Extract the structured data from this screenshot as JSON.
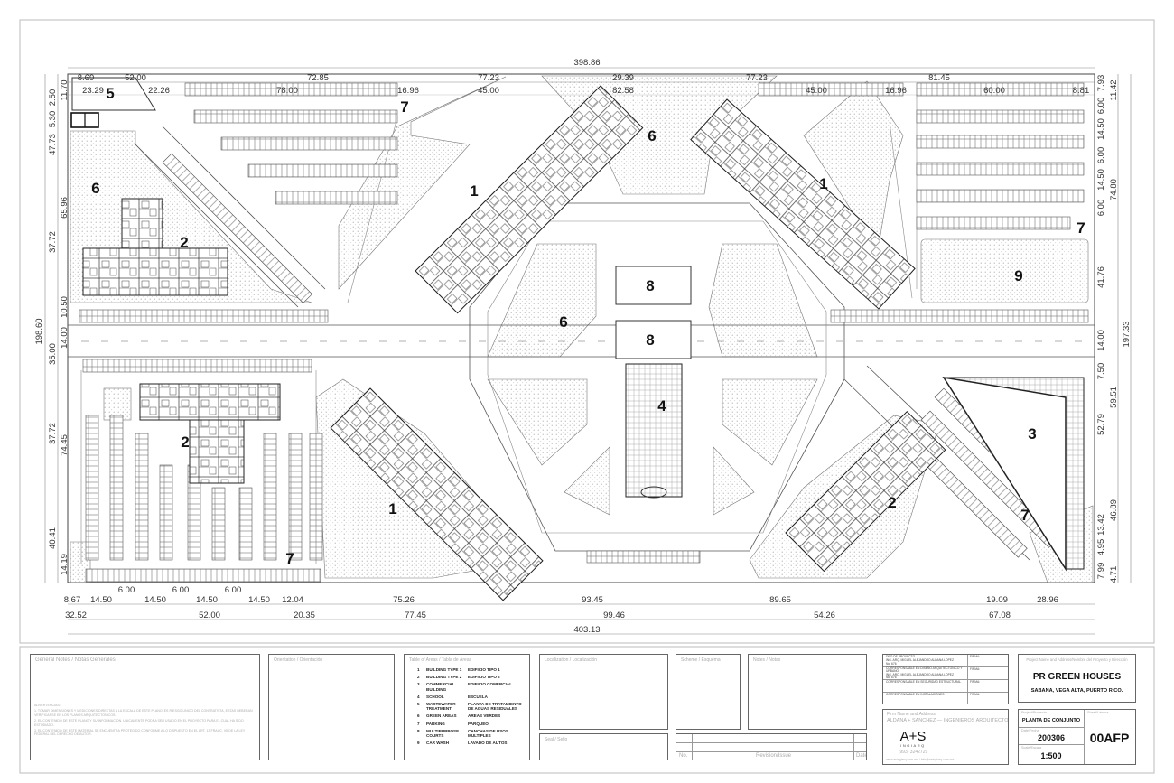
{
  "plan": {
    "labels": {
      "l5": "5",
      "l7a": "7",
      "l6a": "6",
      "l1a": "1",
      "l1b": "1",
      "l6b": "6",
      "l2a": "2",
      "l7b": "7",
      "l9": "9",
      "l8a": "8",
      "l6c": "6",
      "l8b": "8",
      "l4": "4",
      "l3": "3",
      "l2b": "2",
      "l1c": "1",
      "l2c": "2",
      "l7c": "7",
      "l7d": "7"
    },
    "dims_top": {
      "total": "398.86",
      "row1": [
        "8.69",
        "52.00",
        "72.85",
        "77.23",
        "29.39",
        "77.23",
        "81.45"
      ],
      "row2": [
        "23.29",
        "22.26",
        "78.00",
        "16.96",
        "45.00",
        "82.58",
        "45.00",
        "16.96",
        "60.00",
        "8.81"
      ]
    },
    "dims_bottom": {
      "row1": [
        "8.67",
        "14.50",
        "14.50",
        "14.50",
        "14.50",
        "12.04",
        "75.26",
        "93.45",
        "89.65",
        "19.09",
        "28.96"
      ],
      "row1_small": [
        "6.00",
        "6.00",
        "6.00"
      ],
      "row2": [
        "32.52",
        "52.00",
        "20.35",
        "77.45",
        "99.46",
        "54.26",
        "67.08"
      ],
      "total": "403.13"
    },
    "dims_left": {
      "total": "198.60",
      "outer": [
        "47.73",
        "37.72",
        "35.00",
        "37.72",
        "40.41"
      ],
      "inner": [
        "11.70",
        "2.50",
        "5.30",
        "65.96",
        "10.50",
        "14.00",
        "74.45",
        "14.19"
      ]
    },
    "dims_right": {
      "total": "197.33",
      "inner": [
        "7.93",
        "6.00",
        "14.50",
        "6.00",
        "14.50",
        "6.00",
        "41.76",
        "14.00",
        "7.50",
        "52.79",
        "13.42",
        "4.95",
        "7.99"
      ],
      "outer": [
        "11.42",
        "74.80",
        "59.51",
        "46.89",
        "4.71"
      ]
    }
  },
  "title_block": {
    "general_notes": {
      "title": "General Notes / Notas Generales",
      "heading": "ADVERTENCIAS:",
      "notes": [
        "1. TOMAR DIMENSIONES Y MEDICIONES DIRECTAS A LA ESCALA DE ESTE PLANO, ES RIESGO UNICO DEL CONTRATISTA, ESTAS DEBERAN VERIFICARSE EN LOS PLANOS ARQUITECTONICOS.",
        "2. EL CONTENIDO DE ESTE PLANO Y SU INFORMACION, UNICAMENTE PODRA SER USADO EN EL PROYECTO PARA EL CUAL HA SIDO ESTUDIADO.",
        "3. EL CONTENIDO DE ESTE MATERIAL SE ENCUENTRA PROTEGIDO CONFORME A LO DISPUESTO EN EL ART. 13 FRACC. VII DE LA LEY FEDERAL DEL DERECHO DE AUTOR."
      ]
    },
    "orientation": {
      "title": "Orientation / Orientación"
    },
    "areas": {
      "title": "Table of Areas / Tabla de Áreas",
      "items": [
        {
          "n": "1",
          "en": "BUILDING TYPE 1",
          "es": "EDIFICIO TIPO 1"
        },
        {
          "n": "2",
          "en": "BUILDING TYPE 2",
          "es": "EDIFICIO TIPO 2"
        },
        {
          "n": "3",
          "en": "COMMERCIAL BUILDING",
          "es": "EDIFICIO COMERCIAL"
        },
        {
          "n": "4",
          "en": "SCHOOL",
          "es": "ESCUELA"
        },
        {
          "n": "5",
          "en": "WASTEWATER TREATMENT",
          "es": "PLANTA DE TRATAMIENTO DE AGUAS RESIDUALES"
        },
        {
          "n": "6",
          "en": "GREEN AREAS",
          "es": "AREAS VERDES"
        },
        {
          "n": "7",
          "en": "PARKING",
          "es": "PARQUEO"
        },
        {
          "n": "8",
          "en": "MULTIPURPOSE COURTS",
          "es": "CANCHAS DE USOS MULTIPLES"
        },
        {
          "n": "9",
          "en": "CAR WASH",
          "es": "LAVADO DE AUTOS"
        }
      ]
    },
    "location": {
      "title": "Localization / Localización"
    },
    "seal": {
      "title": "Seal / Sello"
    },
    "scheme": {
      "title": "Scheme / Esquema"
    },
    "notes": {
      "title": "Notes / Notas"
    },
    "revision": {
      "no": "No.",
      "issue": "Revision/Issue",
      "date": "Date"
    },
    "responsible": {
      "rows": [
        {
          "role": "DRO DE PROYECTO",
          "name": "ING. ARQ. MIGUEL ALEJANDRO ALDANA LOPEZ",
          "reg": "No. 676"
        },
        {
          "role": "CORRESPONSABLE EN DISEÑO ARQUITECTONICO Y URBANO",
          "name": "ING. ARQ. MIGUEL ALEJANDRO ALDANA LOPEZ",
          "reg": "No. 676"
        },
        {
          "role": "CORRESPONSABLE EN SEGURIDAD ESTRUCTURAL",
          "name": "",
          "reg": ""
        },
        {
          "role": "CORRESPONSABLE EN INSTALACIONES",
          "name": "",
          "reg": ""
        }
      ],
      "sign_label": "FIRMA:"
    },
    "firm": {
      "title": "Firm Name and Address",
      "name": "ALDANA + SANCHEZ — INGENIEROS ARQUITECTOS",
      "logo": "A+S",
      "logo_sub": "INGIARQ",
      "phone": "(993) 3242729",
      "web": "www.asingiarq.com.mx / info@asingiarq.com.mx"
    },
    "project": {
      "caption": "Project Name and Address/Nombre del Proyecto y Dirección",
      "name": "PR GREEN HOUSES",
      "address": "SABANA, VEGA ALTA, PUERTO RICO."
    },
    "sheet_info": {
      "project_caption": "Project/Proyecto",
      "project_value": "PLANTA DE CONJUNTO",
      "date_caption": "Date/Fecha",
      "date_value": "200306",
      "scale_caption": "Scale/Escala",
      "scale_value": "1:500",
      "sheet_caption": "Sheet/Lámina",
      "sheet_value": "00AFP"
    }
  }
}
